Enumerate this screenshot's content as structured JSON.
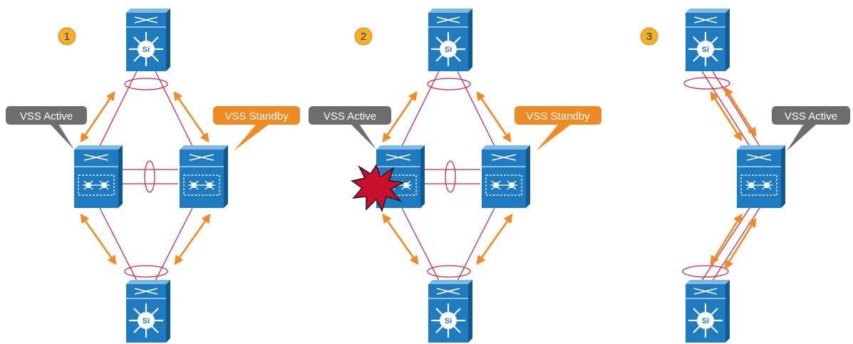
{
  "panels": [
    {
      "step": "1",
      "labels": [
        "VSS Active",
        "VSS Standby"
      ]
    },
    {
      "step": "2",
      "labels": [
        "VSS Active",
        "VSS Standby"
      ]
    },
    {
      "step": "3",
      "labels": [
        "VSS Active"
      ]
    }
  ],
  "colors": {
    "device_face": "#1f7bbf",
    "device_top": "#7fb9e3",
    "device_side": "#0e5a91",
    "link": "#c8284b",
    "arrow": "#f08a24",
    "active_callout": "#6d6d6f",
    "standby_callout": "#f08a24",
    "step_circle": "#f4b02a",
    "failure": "#c8102e"
  },
  "icons": [
    "layer3-switch-icon",
    "vss-chassis-icon",
    "failure-burst-icon",
    "port-channel-icon",
    "bidirectional-arrow-icon"
  ]
}
